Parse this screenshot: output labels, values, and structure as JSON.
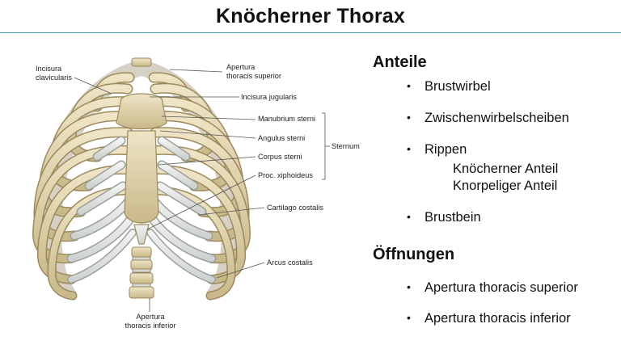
{
  "slide": {
    "title": "Knöcherner Thorax"
  },
  "figure": {
    "labels": {
      "incisura_clavicularis_1": "Incisura",
      "incisura_clavicularis_2": "clavicularis",
      "apertura_superior_1": "Apertura",
      "apertura_superior_2": "thoracis superior",
      "incisura_jugularis": "Incisura jugularis",
      "manubrium_sterni": "Manubrium sterni",
      "angulus_sterni": "Angulus sterni",
      "corpus_sterni": "Corpus sterni",
      "proc_xiphoideus": "Proc. xiphoideus",
      "sternum": "Sternum",
      "cartilago_costalis": "Cartilago costalis",
      "arcus_costalis": "Arcus costalis",
      "apertura_inferior_1": "Apertura",
      "apertura_inferior_2": "thoracis inferior"
    }
  },
  "content": {
    "anteile": {
      "heading": "Anteile",
      "items": [
        "Brustwirbel",
        "Zwischenwirbelscheiben",
        "Rippen",
        "Brustbein"
      ],
      "rippen_sub": [
        "Knöcherner Anteil",
        "Knorpeliger Anteil"
      ]
    },
    "oeffnungen": {
      "heading": "Öffnungen",
      "items": [
        "Apertura thoracis superior",
        "Apertura thoracis inferior"
      ]
    }
  },
  "colors": {
    "bone": "#dccfa8",
    "bone_edge": "#9c8a5c",
    "cartilage": "#e4e6e4",
    "cartilage_edge": "#9aa09c",
    "accent_rule": "#4aa3b3",
    "leader": "#555555"
  }
}
